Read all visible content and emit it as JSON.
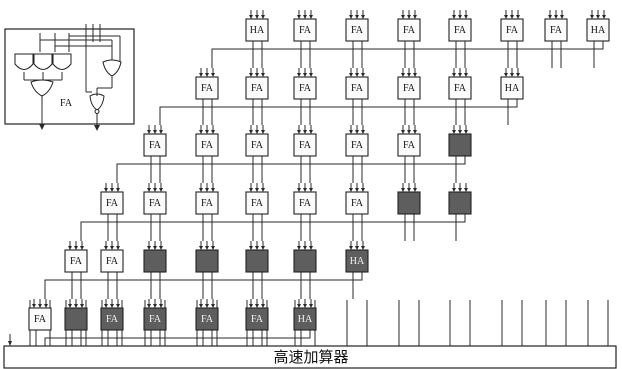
{
  "adder": {
    "label": "高速加算器"
  },
  "inset": {
    "label": "FA"
  },
  "cells": [
    {
      "label": "HA",
      "shade": "light"
    },
    {
      "label": "FA",
      "shade": "light"
    },
    {
      "label": "FA",
      "shade": "light"
    },
    {
      "label": "FA",
      "shade": "light"
    },
    {
      "label": "FA",
      "shade": "light"
    },
    {
      "label": "FA",
      "shade": "light"
    },
    {
      "label": "FA",
      "shade": "light"
    },
    {
      "label": "HA",
      "shade": "light"
    },
    {
      "label": "FA",
      "shade": "light"
    },
    {
      "label": "FA",
      "shade": "light"
    },
    {
      "label": "FA",
      "shade": "light"
    },
    {
      "label": "FA",
      "shade": "light"
    },
    {
      "label": "FA",
      "shade": "light"
    },
    {
      "label": "FA",
      "shade": "light"
    },
    {
      "label": "HA",
      "shade": "light"
    },
    {
      "label": "FA",
      "shade": "light"
    },
    {
      "label": "FA",
      "shade": "light"
    },
    {
      "label": "FA",
      "shade": "light"
    },
    {
      "label": "FA",
      "shade": "light"
    },
    {
      "label": "FA",
      "shade": "light"
    },
    {
      "label": "FA",
      "shade": "light"
    },
    {
      "label": "",
      "shade": "dark"
    },
    {
      "label": "FA",
      "shade": "light"
    },
    {
      "label": "FA",
      "shade": "light"
    },
    {
      "label": "FA",
      "shade": "light"
    },
    {
      "label": "FA",
      "shade": "light"
    },
    {
      "label": "FA",
      "shade": "light"
    },
    {
      "label": "FA",
      "shade": "light"
    },
    {
      "label": "",
      "shade": "dark"
    },
    {
      "label": "",
      "shade": "dark"
    },
    {
      "label": "FA",
      "shade": "light"
    },
    {
      "label": "FA",
      "shade": "light"
    },
    {
      "label": "",
      "shade": "dark"
    },
    {
      "label": "",
      "shade": "dark"
    },
    {
      "label": "",
      "shade": "dark"
    },
    {
      "label": "",
      "shade": "dark"
    },
    {
      "label": "HA",
      "shade": "dark"
    },
    {
      "label": "FA",
      "shade": "light"
    },
    {
      "label": "",
      "shade": "dark"
    },
    {
      "label": "FA",
      "shade": "dark"
    },
    {
      "label": "FA",
      "shade": "dark"
    },
    {
      "label": "FA",
      "shade": "dark"
    },
    {
      "label": "FA",
      "shade": "dark"
    },
    {
      "label": "HA",
      "shade": "dark"
    }
  ]
}
